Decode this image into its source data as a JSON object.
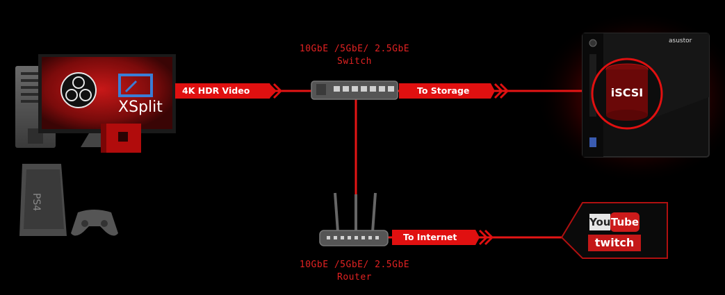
{
  "switch": {
    "speeds": "10GbE /5GbE/ 2.5GbE",
    "name": "Switch"
  },
  "router": {
    "speeds": "10GbE /5GbE/ 2.5GbE",
    "name": "Router"
  },
  "links": {
    "video": "4K HDR Video",
    "storage": "To Storage",
    "internet": "To Internet"
  },
  "apps": {
    "xsplit": "XSplit"
  },
  "console": {
    "ps4": "PS4"
  },
  "nas": {
    "brand": "asustor",
    "iscsi": "iSCSI"
  },
  "streaming": {
    "youtube_left": "You",
    "youtube_right": "Tube",
    "twitch": "twitch"
  },
  "colors": {
    "accent": "#e01010",
    "line": "#e51515",
    "background": "#000000"
  }
}
